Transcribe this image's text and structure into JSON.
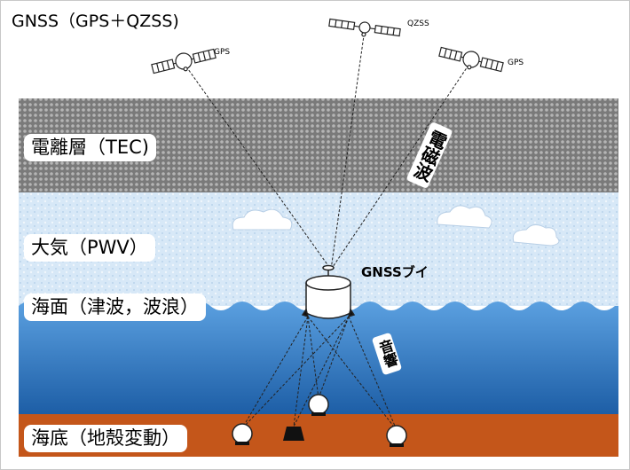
{
  "title": "GNSS（GPS＋QZSS)",
  "layers": {
    "ionosphere": "電離層（TEC)",
    "atmosphere": "大気（PWV）",
    "sea_surface": "海面（津波，波浪）",
    "seafloor": "海底（地殻変動）"
  },
  "satellites": {
    "gps_left": "GPS",
    "qzss": "QZSS",
    "gps_right": "GPS"
  },
  "labels": {
    "em_wave": "電磁波",
    "buoy": "GNSSブイ",
    "acoustic": "音響"
  },
  "colors": {
    "ionosphere": "#7c7c7c",
    "sky": "#d6e8f7",
    "sea_top": "#4f96dc",
    "sea_bottom": "#1f5fa6",
    "seafloor": "#c4561a"
  }
}
